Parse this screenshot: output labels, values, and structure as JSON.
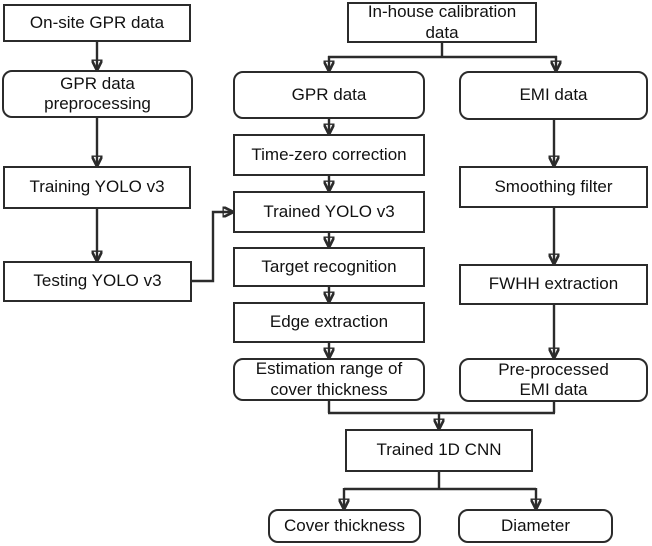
{
  "colors": {
    "line": "#2b2b2b",
    "box_fill": "#ffffff",
    "text": "#111111",
    "background": "#ffffff"
  },
  "nodes": {
    "on_site_gpr_data": {
      "label": "On-site GPR data",
      "shape": "rect"
    },
    "gpr_data_preprocessing": {
      "label": "GPR data\npreprocessing",
      "shape": "rounded"
    },
    "training_yolo_v3": {
      "label": "Training YOLO v3",
      "shape": "rect"
    },
    "testing_yolo_v3": {
      "label": "Testing YOLO v3",
      "shape": "rect"
    },
    "in_house_calibration": {
      "label": "In-house calibration\ndata",
      "shape": "rect"
    },
    "gpr_data": {
      "label": "GPR data",
      "shape": "rounded"
    },
    "time_zero_correction": {
      "label": "Time-zero correction",
      "shape": "rect"
    },
    "trained_yolo_v3": {
      "label": "Trained YOLO v3",
      "shape": "rect"
    },
    "target_recognition": {
      "label": "Target recognition",
      "shape": "rect"
    },
    "edge_extraction": {
      "label": "Edge extraction",
      "shape": "rect"
    },
    "estimation_range": {
      "label": "Estimation range of\ncover thickness",
      "shape": "rounded"
    },
    "emi_data": {
      "label": "EMI data",
      "shape": "rounded"
    },
    "smoothing_filter": {
      "label": "Smoothing filter",
      "shape": "rect"
    },
    "fwhh_extraction": {
      "label": "FWHH extraction",
      "shape": "rect"
    },
    "pre_processed_emi_data": {
      "label": "Pre-processed\nEMI data",
      "shape": "rounded"
    },
    "trained_1d_cnn": {
      "label": "Trained 1D CNN",
      "shape": "rect"
    },
    "cover_thickness": {
      "label": "Cover thickness",
      "shape": "rounded"
    },
    "diameter": {
      "label": "Diameter",
      "shape": "rounded"
    }
  },
  "edges": [
    {
      "from": "on_site_gpr_data",
      "to": "gpr_data_preprocessing"
    },
    {
      "from": "gpr_data_preprocessing",
      "to": "training_yolo_v3"
    },
    {
      "from": "training_yolo_v3",
      "to": "testing_yolo_v3"
    },
    {
      "from": "testing_yolo_v3",
      "to": "trained_yolo_v3"
    },
    {
      "from": "in_house_calibration",
      "to": "gpr_data"
    },
    {
      "from": "in_house_calibration",
      "to": "emi_data"
    },
    {
      "from": "gpr_data",
      "to": "time_zero_correction"
    },
    {
      "from": "time_zero_correction",
      "to": "trained_yolo_v3"
    },
    {
      "from": "trained_yolo_v3",
      "to": "target_recognition"
    },
    {
      "from": "target_recognition",
      "to": "edge_extraction"
    },
    {
      "from": "edge_extraction",
      "to": "estimation_range"
    },
    {
      "from": "emi_data",
      "to": "smoothing_filter"
    },
    {
      "from": "smoothing_filter",
      "to": "fwhh_extraction"
    },
    {
      "from": "fwhh_extraction",
      "to": "pre_processed_emi_data"
    },
    {
      "from": "estimation_range",
      "to": "trained_1d_cnn"
    },
    {
      "from": "pre_processed_emi_data",
      "to": "trained_1d_cnn"
    },
    {
      "from": "trained_1d_cnn",
      "to": "cover_thickness"
    },
    {
      "from": "trained_1d_cnn",
      "to": "diameter"
    }
  ]
}
